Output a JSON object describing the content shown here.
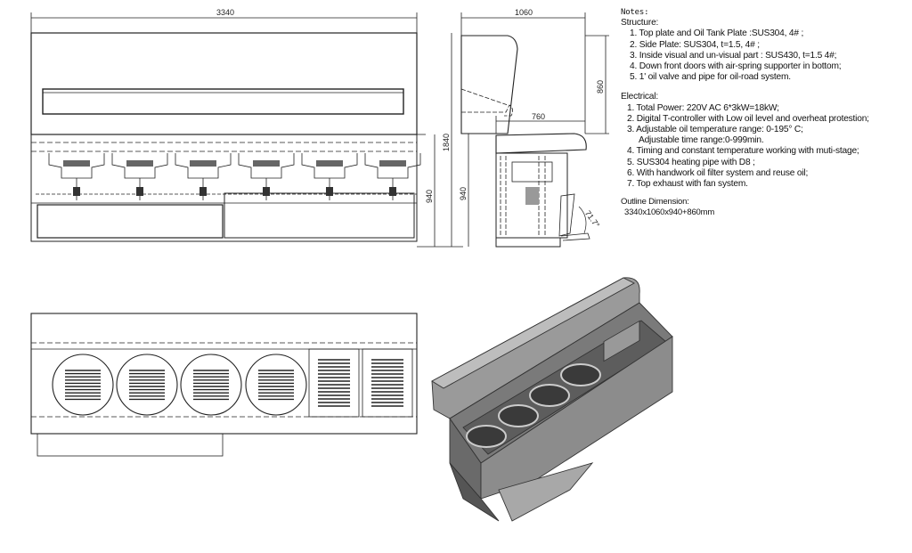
{
  "dimensions": {
    "width": "3340",
    "depth": "1060",
    "total_height": "1840",
    "counter_height": "940",
    "hood_height": "860",
    "counter_depth": "760",
    "door_angle": "71.7°"
  },
  "notes": {
    "title": "Notes:",
    "structure_title": "Structure:",
    "structure": [
      "1.   Top plate and Oil Tank Plate :SUS304, 4# ;",
      "2.   Side Plate: SUS304, t=1.5, 4# ;",
      "3.   Inside visual   and un-visual part : SUS430, t=1.5 4#;",
      "4.   Down front doors with air-spring supporter in bottom;",
      "5.   1' oil valve and pipe for oil-road system."
    ],
    "electrical_title": "Electrical:",
    "electrical": [
      "1. Total Power: 220V AC 6*3kW=18kW;",
      "2. Digital T-controller with Low oil level and overheat protestion;",
      "3. Adjustable oil temperature range: 0-195° C;",
      "Adjustable time range:0-999min.",
      "4. Timing and constant temperature working with muti-stage;",
      "5. SUS304 heating pipe with D8 ;",
      "6. With handwork oil filter system and reuse oil;",
      "7. Top exhaust with fan system."
    ],
    "outline_title": "Outline Dimension:",
    "outline_value": "3340x1060x940+860mm"
  },
  "colors": {
    "line": "#222222",
    "shade": "#8a8a8a",
    "dark": "#555555"
  }
}
